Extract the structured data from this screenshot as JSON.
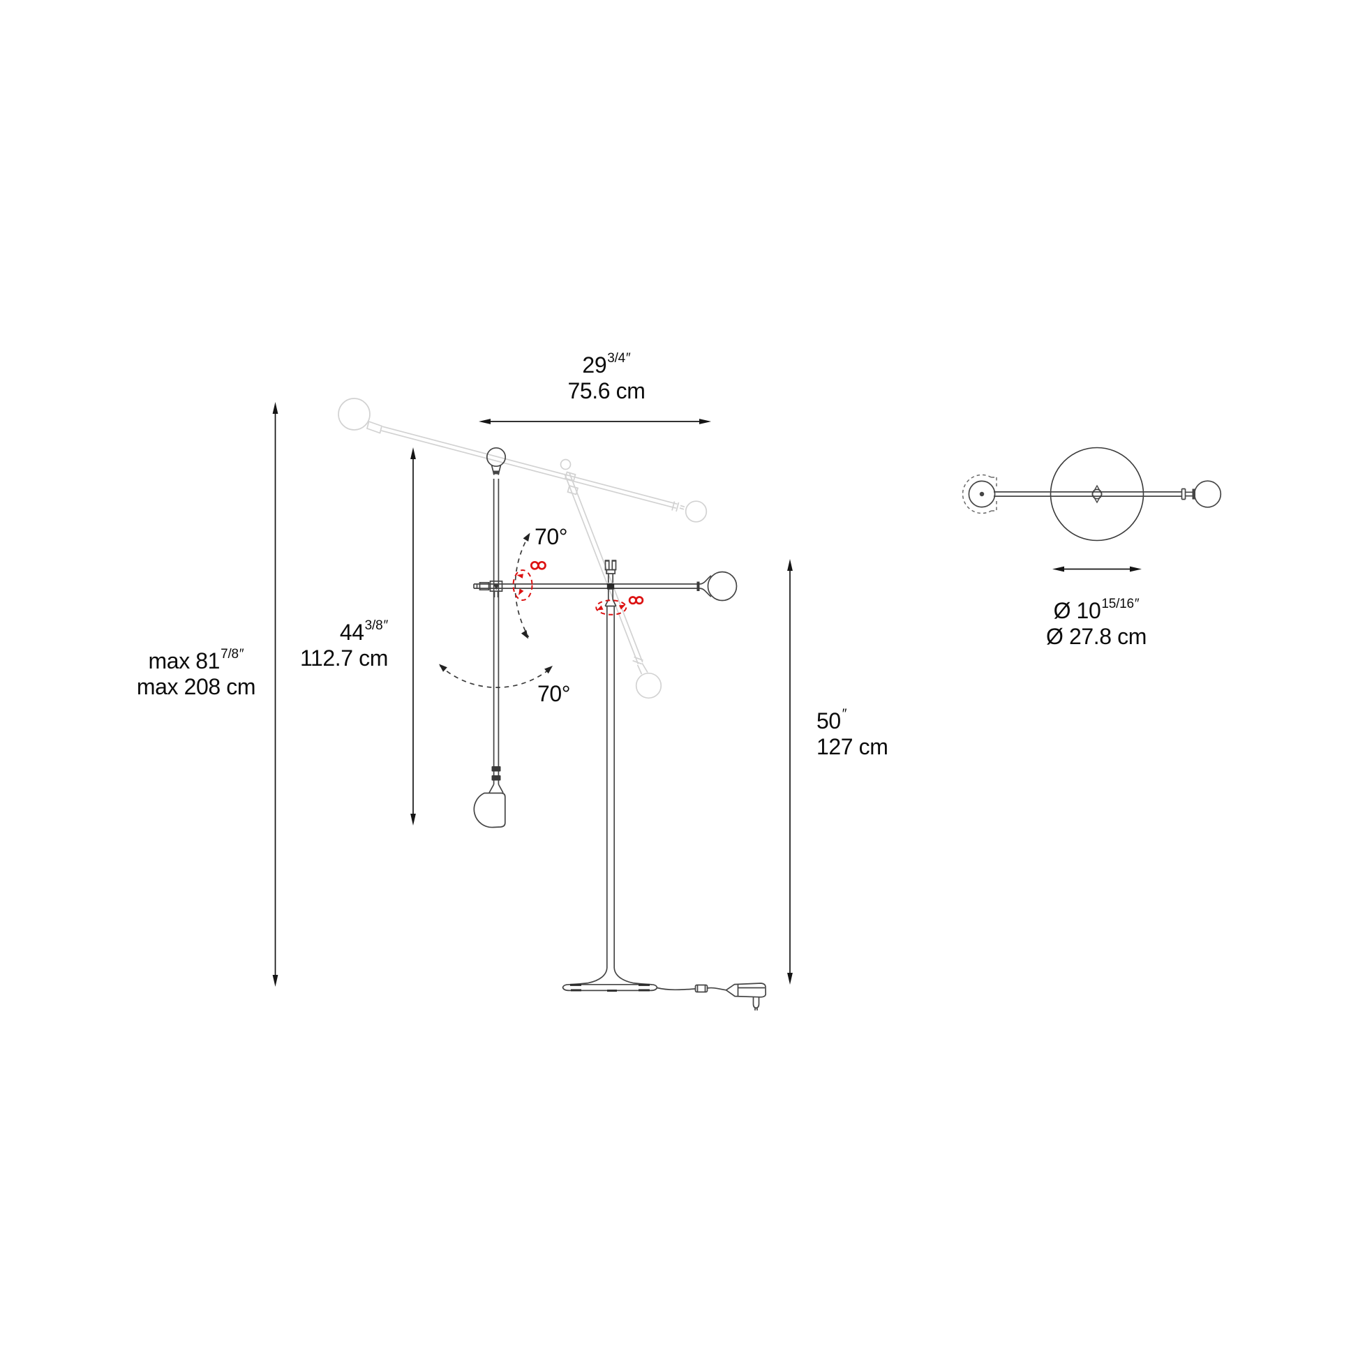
{
  "title": "Floor lamp technical dimension drawing (front view and top view)",
  "front_view": {
    "dim_arm_length": {
      "imperial": {
        "value": "29",
        "frac": "3/4",
        "unit": "″"
      },
      "metric": "75.6 cm"
    },
    "dim_max_height": {
      "imperial": {
        "value": "max 81",
        "frac": "7/8",
        "unit": "″"
      },
      "metric": "max 208 cm"
    },
    "dim_rod_height": {
      "imperial": {
        "value": "44",
        "frac": "3/8",
        "unit": "″"
      },
      "metric": "112.7 cm"
    },
    "dim_pole_height": {
      "imperial": {
        "value": "50",
        "frac": "",
        "unit": "″"
      },
      "metric": "127 cm"
    },
    "angle_upper": "70°",
    "angle_lower": "70°"
  },
  "top_view": {
    "dim_base_diameter": {
      "imperial": {
        "value": "Ø 10",
        "frac": "15/16",
        "unit": "″"
      },
      "metric": "Ø 27.8 cm"
    }
  },
  "icons": {
    "rotation_infinity": "∞"
  },
  "colors": {
    "line": "#454545",
    "dimension": "#151515",
    "ghost": "#d2d2d2",
    "accent_red": "#dc1212"
  }
}
